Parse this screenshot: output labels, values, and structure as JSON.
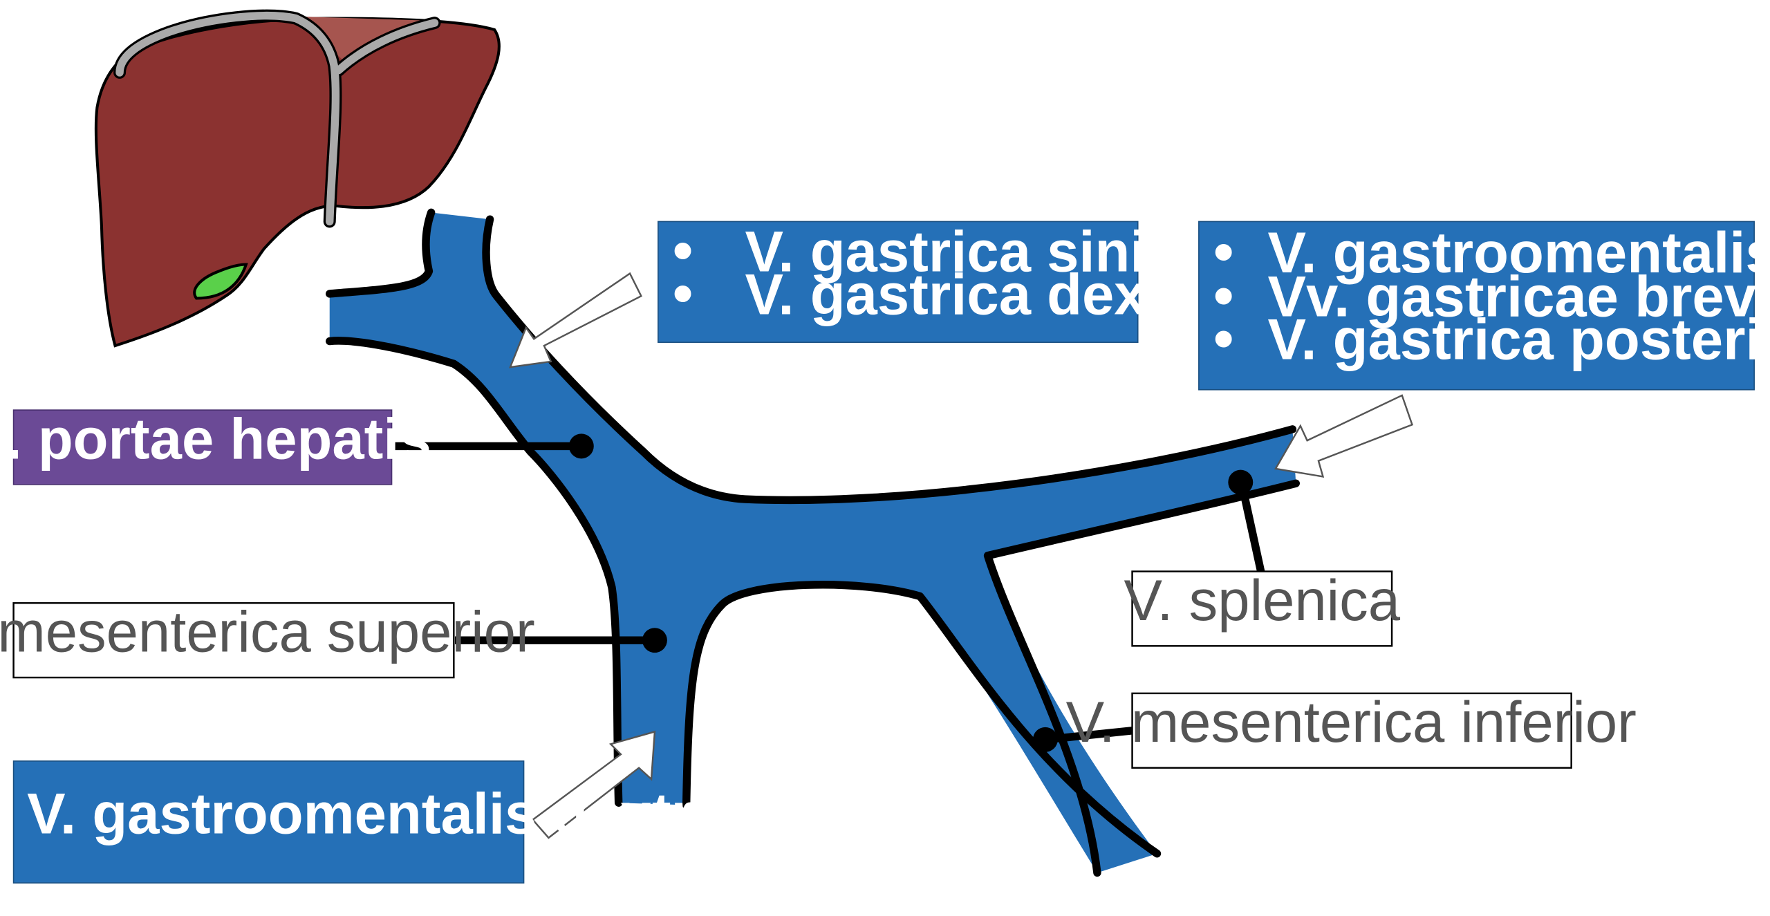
{
  "colors": {
    "vein_fill": "#2570b7",
    "vein_outline": "#000000",
    "box_blue": "#2570b7",
    "box_purple": "#6b4a96",
    "box_white": "#ffffff",
    "liver": "#8b3230",
    "liver_upper": "#a6554f",
    "ligament": "#aaaaaa",
    "gallbladder": "#5ad04a",
    "text_light": "#ffffff",
    "text_dark": "#555555"
  },
  "labels": {
    "gastrica_box": [
      "V. gastrica sinistra",
      "V. gastrica dextra"
    ],
    "gastroomentalis_box": [
      "V. gastroomentalis sinistra",
      "Vv. gastricae breves",
      "V. gastrica posterior"
    ],
    "portae": "V. portae hepatis",
    "mes_sup": "V. mesenterica superior",
    "gastro_dextra": "V. gastroomentalis dextra",
    "splenica": "V. splenica",
    "mes_inf": "V. mesenterica inferior"
  },
  "bullet": "•"
}
